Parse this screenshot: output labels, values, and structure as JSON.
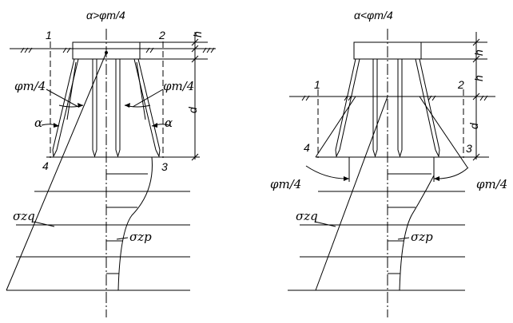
{
  "left": {
    "title": "α>φm/4",
    "labels": {
      "p1": "1",
      "p2": "2",
      "p3": "3",
      "p4": "4",
      "h": "h",
      "d": "d",
      "phi_left": "φm/4",
      "phi_right": "φm/4",
      "alpha_left": "α",
      "alpha_right": "α",
      "sigma_zq": "σzq",
      "sigma_zp": "σzp"
    }
  },
  "right": {
    "title": "α<φm/4",
    "labels": {
      "p1": "1",
      "p2": "2",
      "p3": "3",
      "p4": "4",
      "h_top": "h",
      "h_mid": "h",
      "d": "d",
      "phi_left": "φm/4",
      "phi_right": "φm/4",
      "sigma_zq": "σzq",
      "sigma_zp": "σzp"
    }
  }
}
